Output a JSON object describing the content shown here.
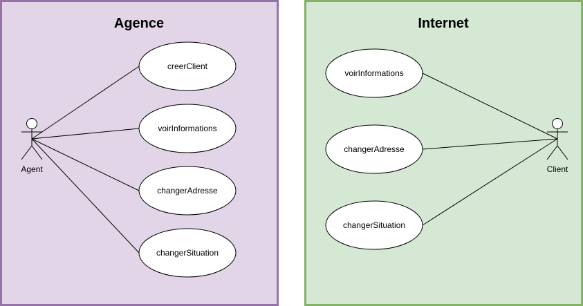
{
  "boundaries": [
    {
      "id": "agence",
      "title": "Agence",
      "fill": "#e1d5e7",
      "stroke": "#9673a6",
      "actor": "Agent",
      "use_cases": [
        "creerClient",
        "voirInformations",
        "changerAdresse",
        "changerSituation"
      ]
    },
    {
      "id": "internet",
      "title": "Internet",
      "fill": "#d5e8d4",
      "stroke": "#82b366",
      "actor": "Client",
      "use_cases": [
        "voirInformations",
        "changerAdresse",
        "changerSituation"
      ]
    }
  ]
}
